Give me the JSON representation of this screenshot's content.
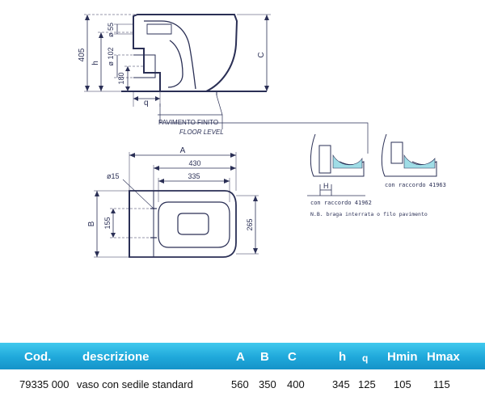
{
  "drawing": {
    "side_view": {
      "dim_total_height": "405",
      "dim_h": "h",
      "dim_55": "ø 55",
      "dim_102": "ø 102",
      "dim_180": "180",
      "dim_q": "q",
      "dim_C": "C",
      "floor_label_it": "PAVIMENTO FINITO",
      "floor_label_en": "FLOOR LEVEL"
    },
    "top_view": {
      "dim_A": "A",
      "dim_430": "430",
      "dim_335": "335",
      "dim_15": "ø15",
      "dim_B": "B",
      "dim_155": "155",
      "dim_265": "265"
    },
    "details": {
      "dim_H": "H",
      "caption_1": "con raccordo 41962",
      "caption_2": "con raccordo 41963",
      "note": "N.B. braga interrata o filo pavimento"
    }
  },
  "table": {
    "headers": {
      "cod": "Cod.",
      "descrizione": "descrizione",
      "a": "A",
      "b": "B",
      "c": "C",
      "h": "h",
      "q": "q",
      "hmin": "Hmin",
      "hmax": "Hmax"
    },
    "row": {
      "cod": "79335 000",
      "descrizione": "vaso con sedile standard",
      "a": "560",
      "b": "350",
      "c": "400",
      "h": "345",
      "q": "125",
      "hmin": "105",
      "hmax": "115"
    }
  },
  "colors": {
    "header_blue": "#1fa8da",
    "water_blue": "#9fdde6",
    "line": "#2a2f55"
  }
}
